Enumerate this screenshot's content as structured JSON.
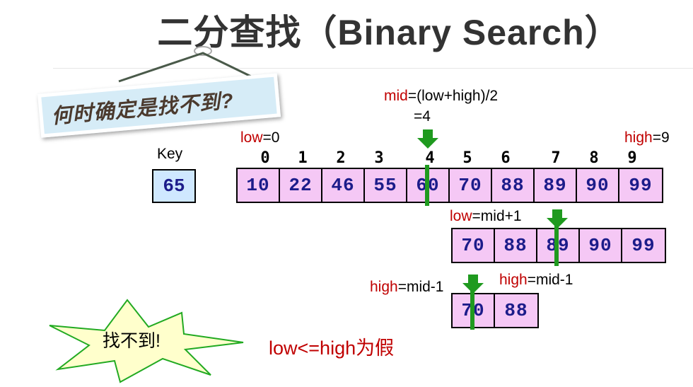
{
  "title": "二分查找（Binary Search）",
  "sign_text": "何时确定是找不到?",
  "key": {
    "label": "Key",
    "value": "65"
  },
  "mid_formula": {
    "var": "mid",
    "expr": "=(low+high)/2",
    "result": "=4"
  },
  "low_init": {
    "var": "low",
    "val": "=0"
  },
  "high_init": {
    "var": "high",
    "val": "=9"
  },
  "indices": [
    "0",
    "1",
    "2",
    "3",
    "4",
    "5",
    "6",
    "7",
    "8",
    "9"
  ],
  "array_row1": [
    "10",
    "22",
    "46",
    "55",
    "60",
    "70",
    "88",
    "89",
    "90",
    "99"
  ],
  "step2": {
    "var": "low",
    "expr": "=mid+1",
    "cells": [
      "70",
      "88",
      "89",
      "90",
      "99"
    ]
  },
  "step3": {
    "left_var": "high",
    "left_expr": "=mid-1",
    "right_var": "high",
    "right_expr": "=mid-1",
    "cells": [
      "70",
      "88"
    ]
  },
  "burst_text": "找不到!",
  "conclusion": {
    "cond": "low<=high",
    "result": "为假"
  },
  "colors": {
    "cell_fill": "#f5c8f5",
    "key_fill": "#cfe8ff",
    "marker": "#1f9a1f",
    "var_red": "#c00000",
    "number_blue": "#1c1c8a",
    "burst_fill": "#ffffcc"
  }
}
